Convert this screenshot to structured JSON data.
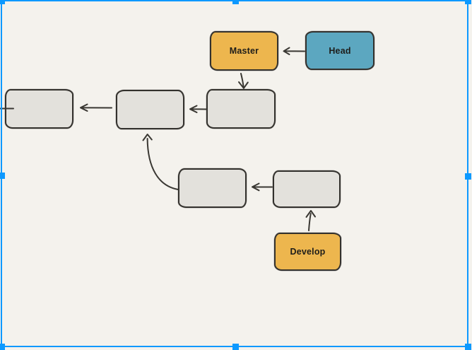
{
  "canvas": {
    "background_color": "#F4F2ED"
  },
  "selection": {
    "color": "#0D99FF",
    "handles": [
      "top-left",
      "top-center",
      "top-right",
      "middle-left",
      "middle-right",
      "bottom-left",
      "bottom-center",
      "bottom-right"
    ]
  },
  "diagram": {
    "stroke_color": "#3A3833",
    "text_color": "#1E1D1A",
    "nodes": [
      {
        "id": "master",
        "label": "Master",
        "fill": "#EDB64E"
      },
      {
        "id": "head",
        "label": "Head",
        "fill": "#5CA7C0"
      },
      {
        "id": "commit-1",
        "label": "",
        "fill": "#E3E1DC"
      },
      {
        "id": "commit-2",
        "label": "",
        "fill": "#E3E1DC"
      },
      {
        "id": "commit-3",
        "label": "",
        "fill": "#E3E1DC"
      },
      {
        "id": "commit-4",
        "label": "",
        "fill": "#E3E1DC"
      },
      {
        "id": "commit-5",
        "label": "",
        "fill": "#E3E1DC"
      },
      {
        "id": "develop",
        "label": "Develop",
        "fill": "#EDB64E"
      }
    ],
    "edges": [
      {
        "from": "head",
        "to": "master"
      },
      {
        "from": "master",
        "to": "commit-1"
      },
      {
        "from": "commit-1",
        "to": "commit-2"
      },
      {
        "from": "commit-2",
        "to": "commit-3"
      },
      {
        "from": "commit-3",
        "to": "off-canvas-left"
      },
      {
        "from": "commit-4",
        "to": "commit-2"
      },
      {
        "from": "commit-5",
        "to": "commit-4"
      },
      {
        "from": "develop",
        "to": "commit-5"
      }
    ]
  }
}
